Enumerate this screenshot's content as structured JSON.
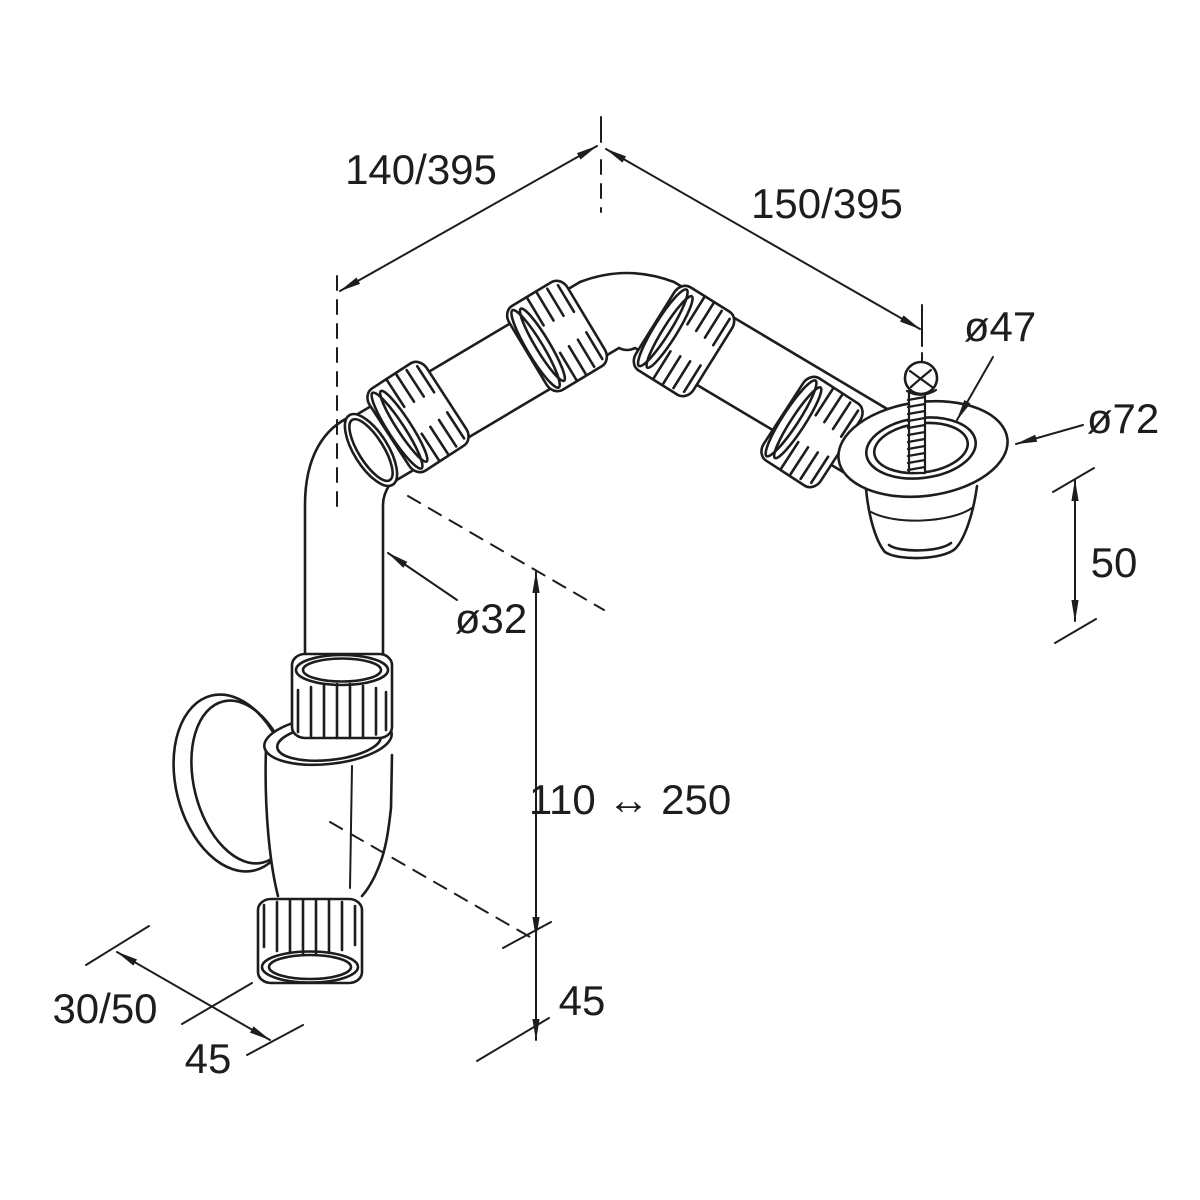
{
  "diagram": {
    "labels": {
      "dim_140_395": "140/395",
      "dim_150_395": "150/395",
      "dia_47": "ø47",
      "dia_72": "ø72",
      "dim_50": "50",
      "dia_32": "ø32",
      "dim_110_250": "110 ↔ 250",
      "dim_45_bottom": "45",
      "dim_30_50": "30/50",
      "dim_45_left": "45"
    },
    "colors": {
      "line": "#1d1d1b",
      "background": "#ffffff"
    }
  }
}
